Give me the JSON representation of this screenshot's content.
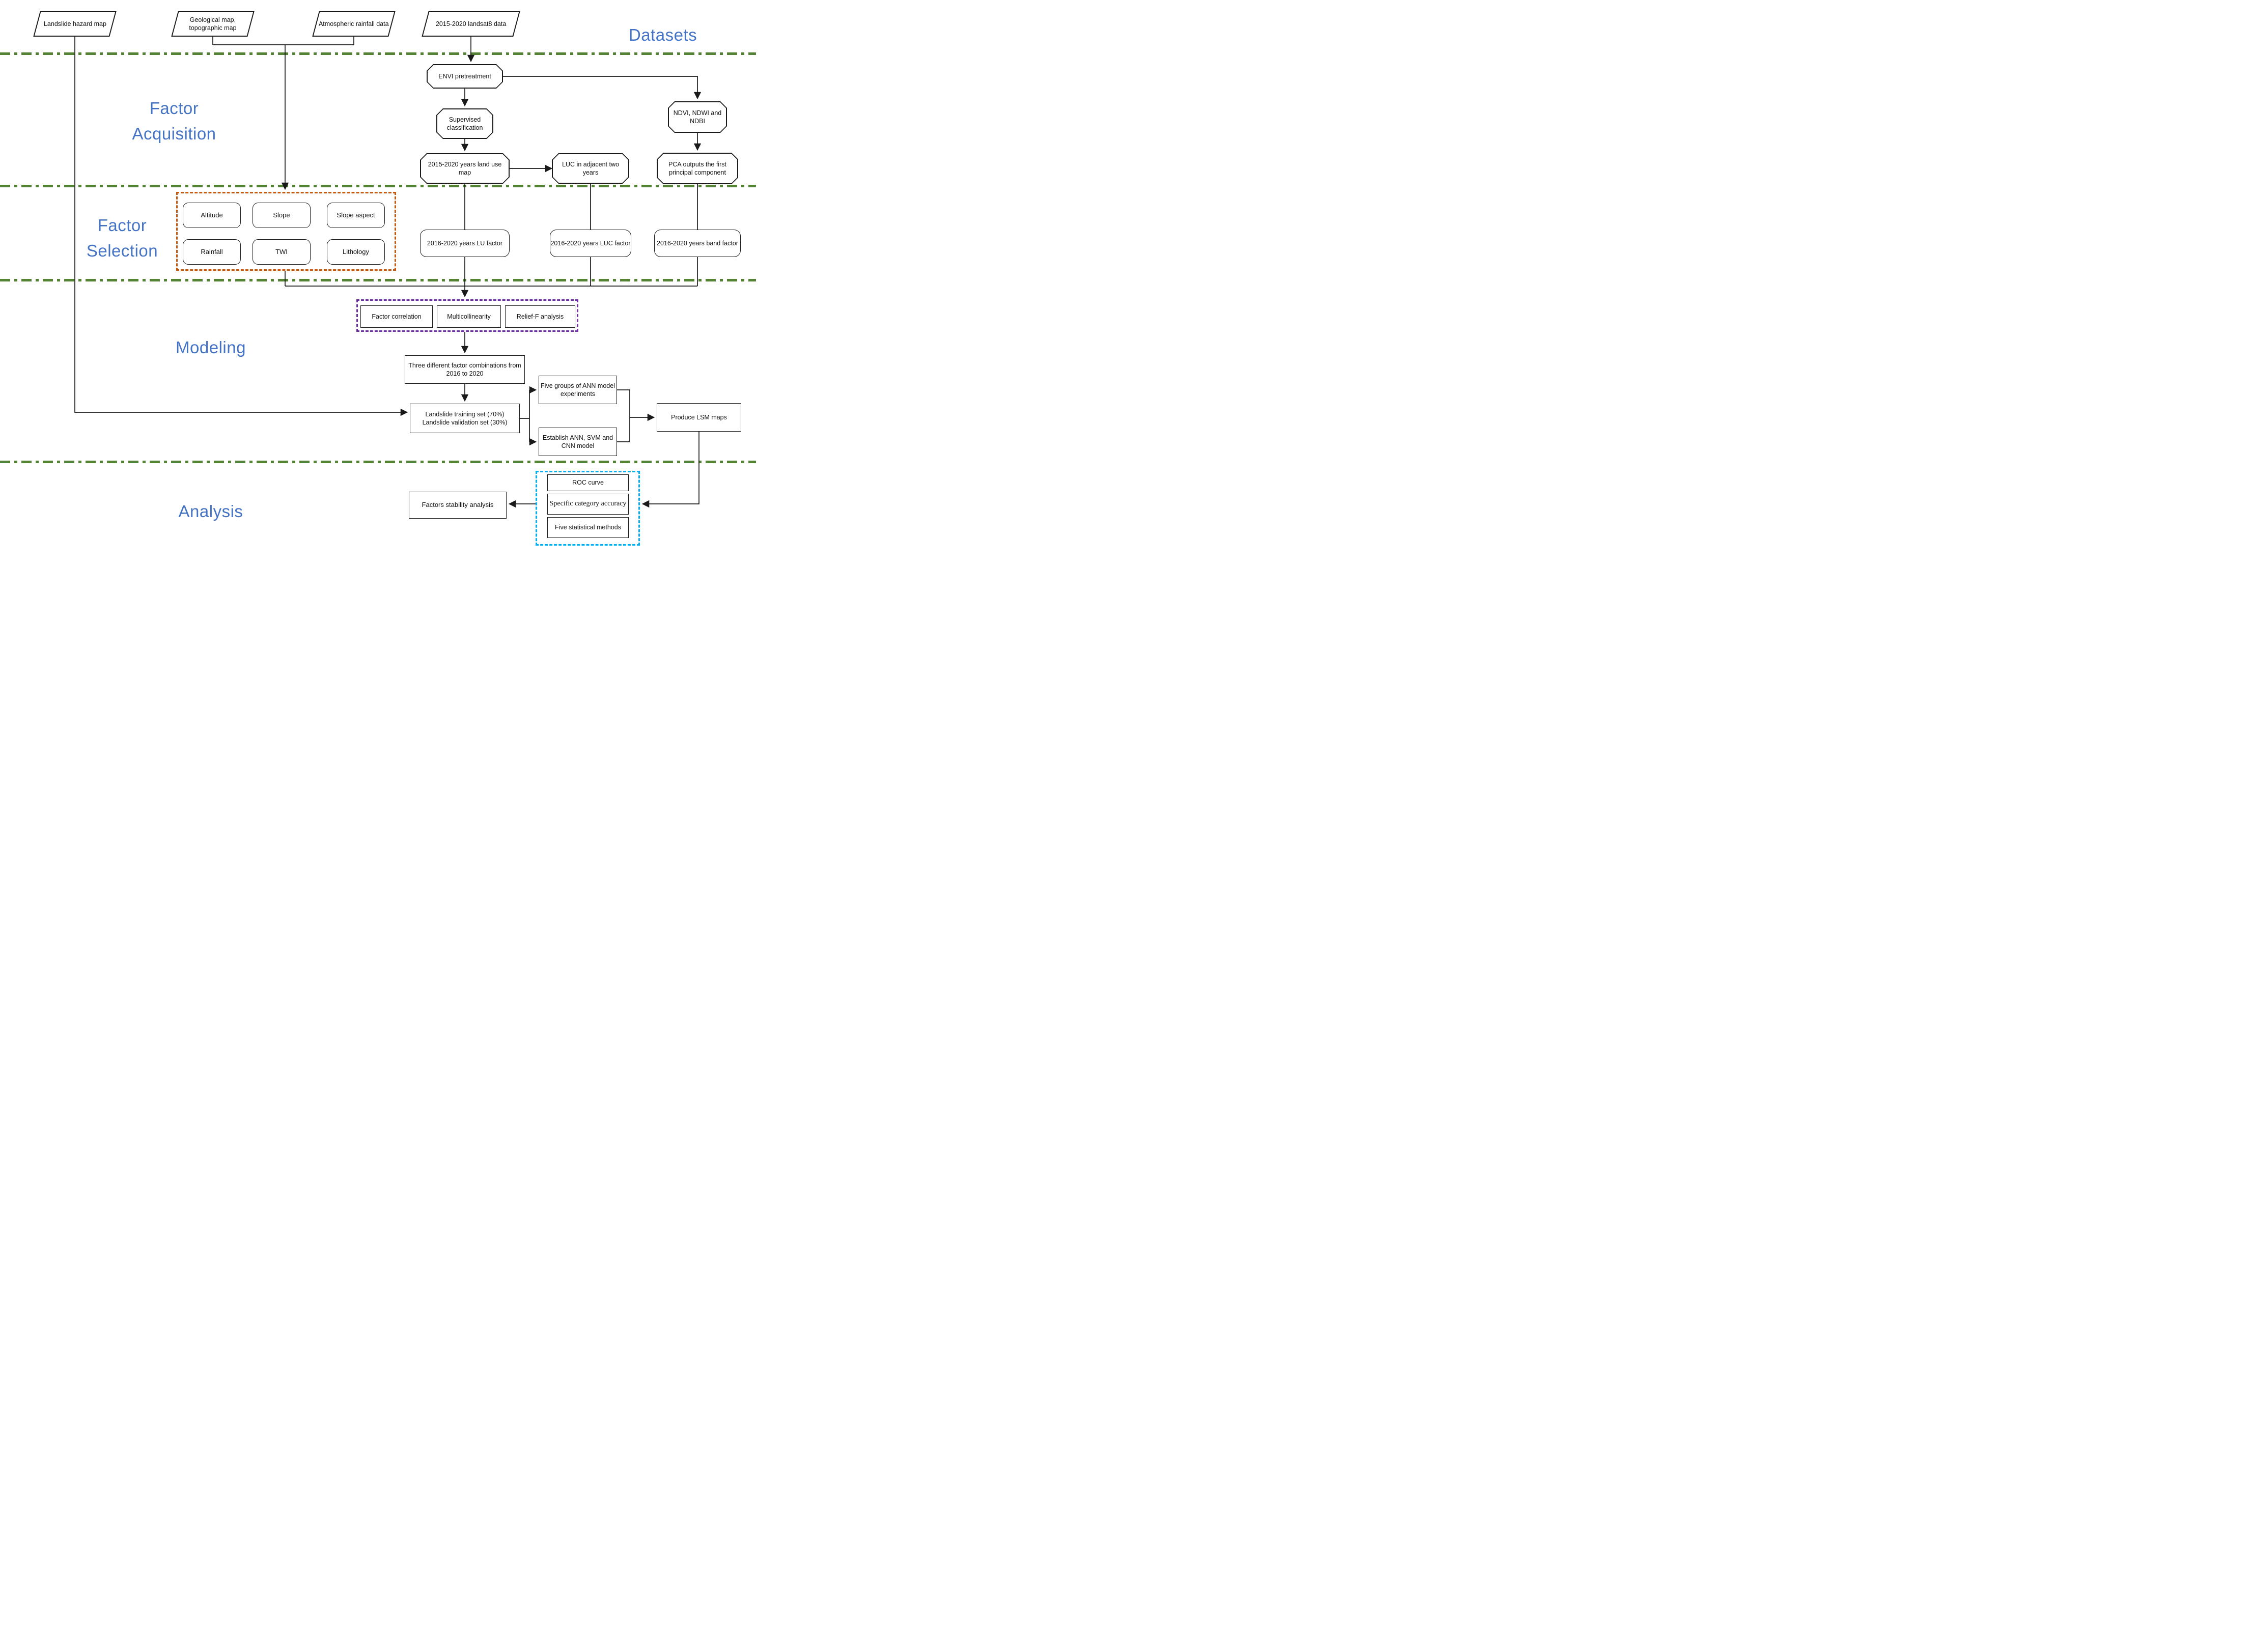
{
  "colors": {
    "section_label_blue": "#4472C4",
    "divider_green": "#548235",
    "terrain_factor_box_orange": "#C55A11",
    "selection_methods_box_purple": "#7030A0",
    "evaluation_box_blue": "#00B0F0",
    "line_black": "#1a1a1a"
  },
  "section_labels": {
    "datasets": "Datasets",
    "factor_acquisition_line1": "Factor",
    "factor_acquisition_line2": "Acquisition",
    "factor_selection_line1": "Factor",
    "factor_selection_line2": "Selection",
    "modeling": "Modeling",
    "analysis": "Analysis"
  },
  "datasets": {
    "landslide_hazard_map": "Landslide hazard map",
    "geological_topographic_map": "Geological map, topographic map",
    "atmospheric_rainfall": "Atmospheric rainfall data",
    "landsat8": "2015-2020 landsat8 data"
  },
  "process": {
    "envi": "ENVI pretreatment",
    "supervised": "Supervised classification",
    "land_use_map": "2015-2020 years land use map",
    "luc_adjacent": "LUC in adjacent two years",
    "ndvi": "NDVI, NDWI and NDBI",
    "pca": "PCA outputs the first principal component",
    "lu_factor": "2016-2020 years LU factor",
    "luc_factor": "2016-2020 years LUC factor",
    "band_factor": "2016-2020 years band factor",
    "three_combinations": "Three different factor combinations from 2016 to 2020",
    "training_line1": "Landslide training set (70%)",
    "training_line2": "Landslide validation set (30%)",
    "five_groups": "Five groups of ANN model experiments",
    "establish_models": "Establish ANN, SVM and CNN model",
    "produce_lsm": "Produce LSM maps",
    "factors_stability": "Factors stability analysis"
  },
  "terrain_factors": [
    "Altitude",
    "Slope",
    "Slope aspect",
    "Rainfall",
    "TWI",
    "Lithology"
  ],
  "selection_methods": [
    "Factor correlation",
    "Multicollinearity",
    "Relief-F analysis"
  ],
  "evaluation_methods": {
    "roc": "ROC curve",
    "specific_accuracy": "Specific category accuracy",
    "five_statistical": "Five statistical methods"
  }
}
